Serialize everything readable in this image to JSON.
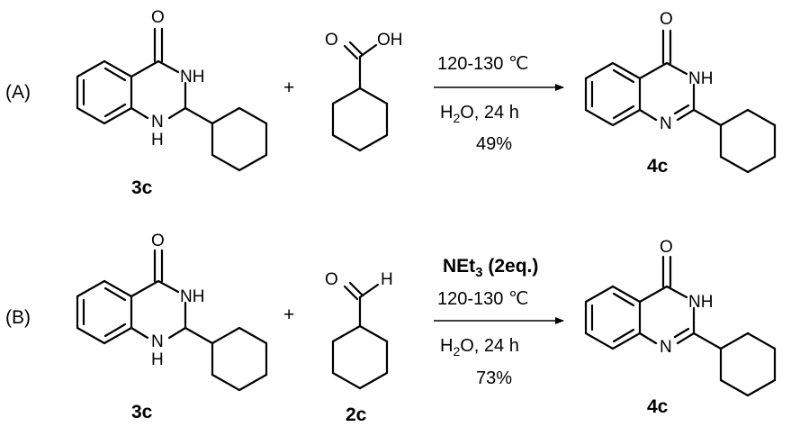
{
  "scheme_a": {
    "label": "(A)",
    "plus": "+",
    "reactant1": {
      "id": "3c",
      "atoms": {
        "o": "O",
        "nh": "NH",
        "nh_lower": "N",
        "h_lower": "H"
      }
    },
    "reactant2": {
      "atoms": {
        "o": "O",
        "oh": "OH"
      }
    },
    "conditions": {
      "line1": "120-130 ℃",
      "line2_pre": "H",
      "line2_sub": "2",
      "line2_post": "O, 24 h",
      "line3": "49%"
    },
    "product": {
      "id": "4c",
      "atoms": {
        "o": "O",
        "nh": "NH",
        "n": "N"
      }
    }
  },
  "scheme_b": {
    "label": "(B)",
    "plus": "+",
    "reactant1": {
      "id": "3c",
      "atoms": {
        "o": "O",
        "nh": "NH",
        "nh_lower": "N",
        "h_lower": "H"
      }
    },
    "reactant2": {
      "id": "2c",
      "atoms": {
        "o": "O",
        "h": "H"
      }
    },
    "conditions": {
      "line0_pre": "NEt",
      "line0_sub": "3",
      "line0_post": " (2eq.)",
      "line1": "120-130 ℃",
      "line2_pre": "H",
      "line2_sub": "2",
      "line2_post": "O, 24 h",
      "line3": "73%"
    },
    "product": {
      "id": "4c",
      "atoms": {
        "o": "O",
        "nh": "NH",
        "n": "N"
      }
    }
  }
}
